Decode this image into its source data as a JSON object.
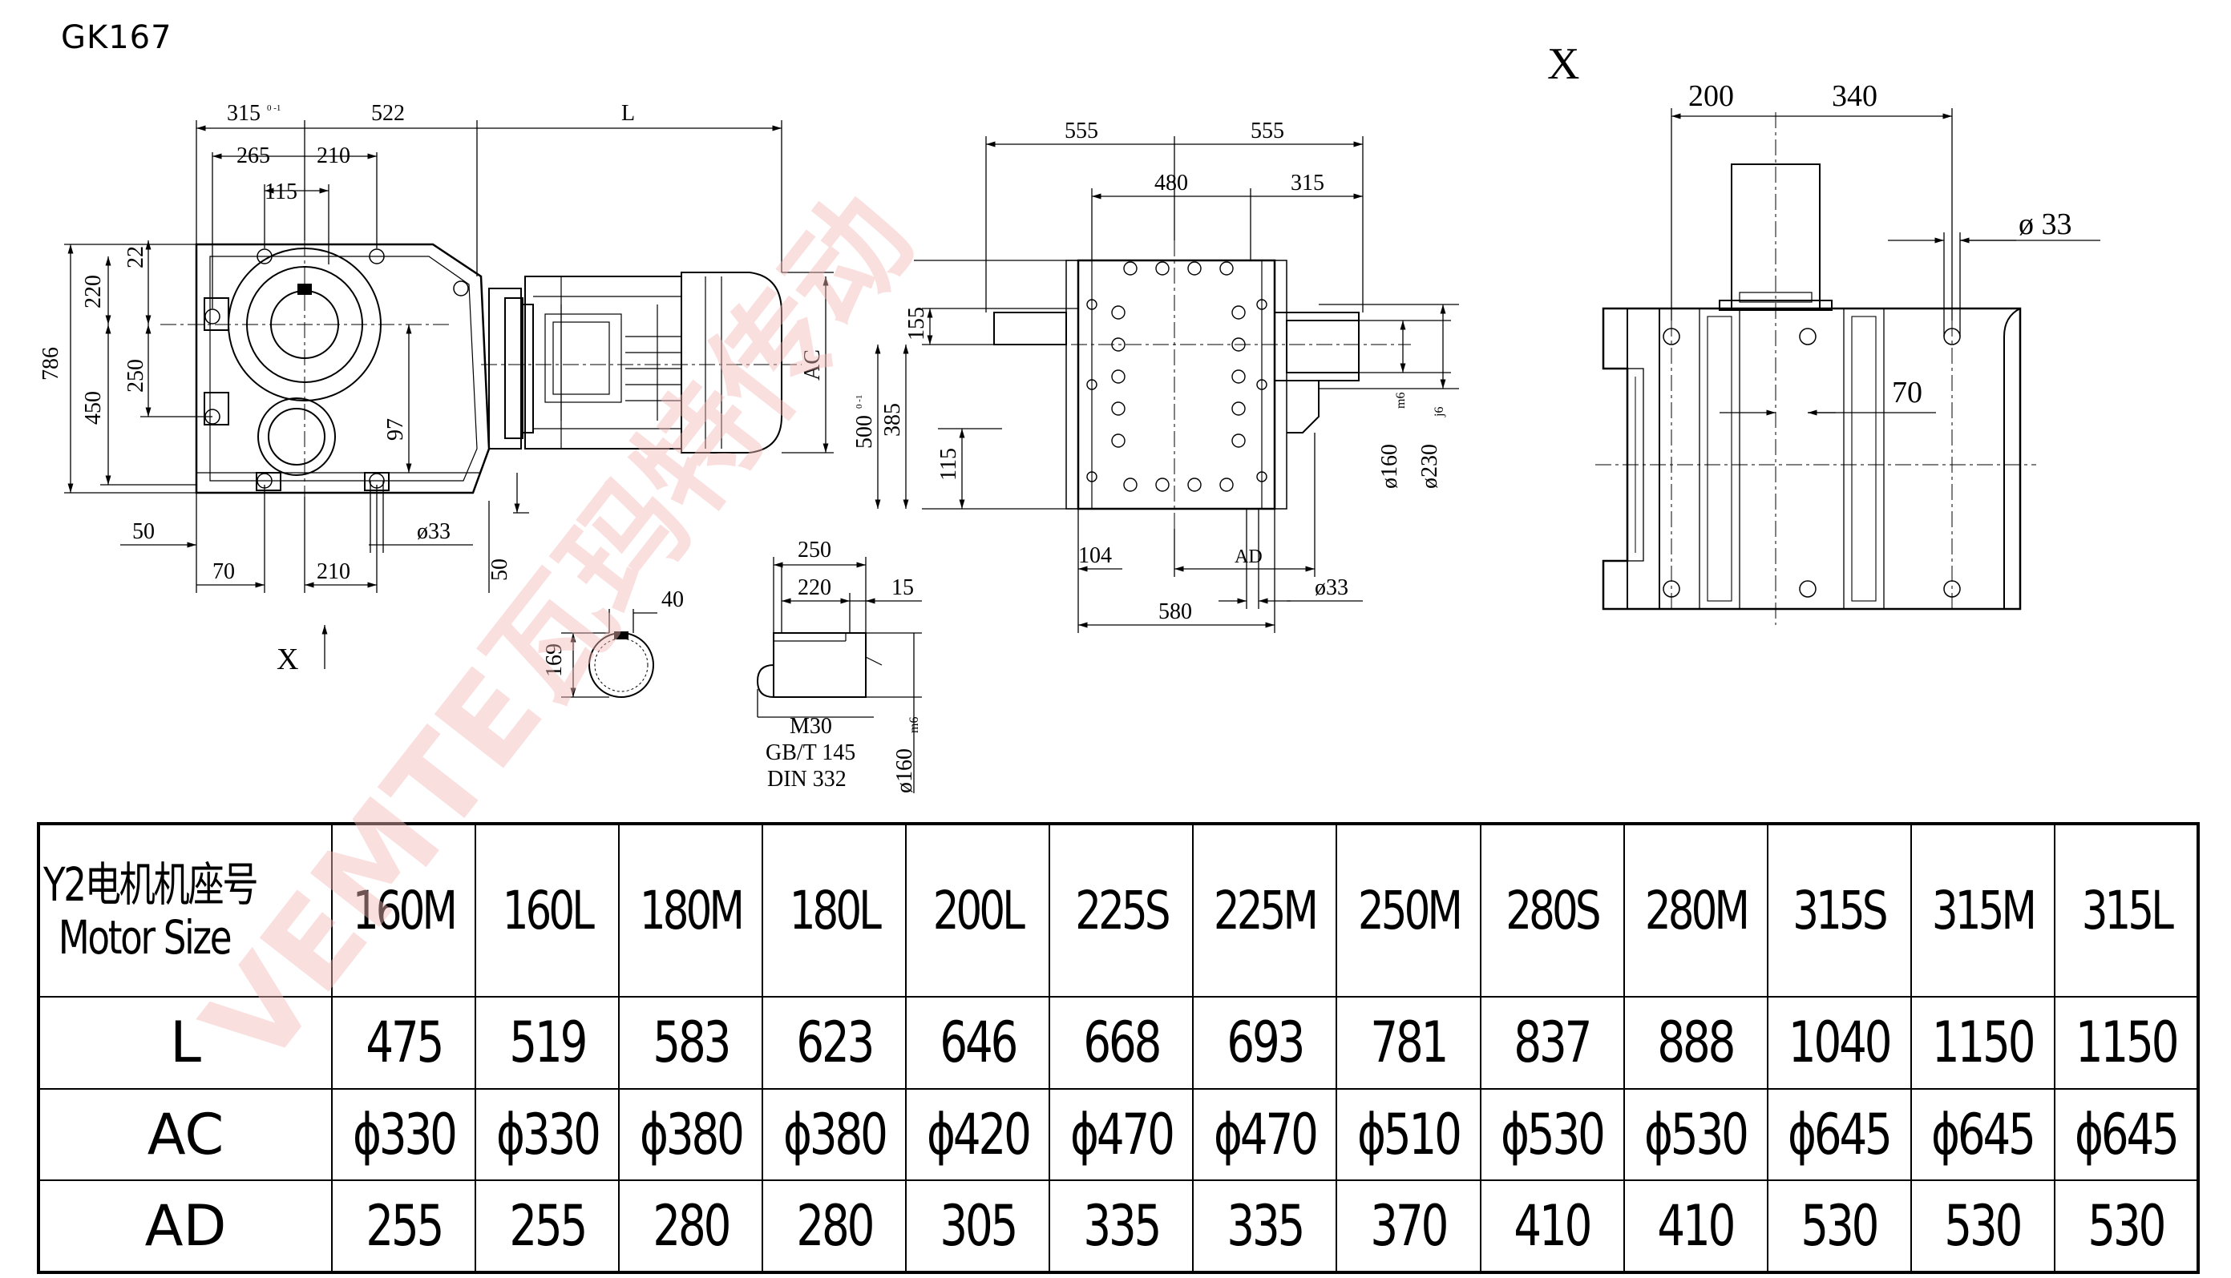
{
  "title": "GK167",
  "view_label": "X",
  "watermark": "VEMTE瓦玛特传动",
  "side_view": {
    "dims_top": [
      "315",
      "522",
      "L",
      "265",
      "210",
      "115"
    ],
    "dim_top_tolerance": "0 -1",
    "dims_left": [
      "786",
      "220",
      "22",
      "450",
      "250"
    ],
    "dims_bottom": [
      "50",
      "70",
      "210",
      "50",
      "ø33"
    ],
    "dim_97": "97",
    "dim_AC": "AC",
    "arrow_x": "X"
  },
  "front_view": {
    "dims_top": [
      "555",
      "555",
      "480",
      "315"
    ],
    "dims_left": [
      "155",
      "500",
      "385",
      "115"
    ],
    "dim_500_tolerance": "0 -1",
    "dims_right": [
      "ø160",
      "ø230"
    ],
    "fit_m6": "m6",
    "fit_j6": "j6",
    "dims_bottom": [
      "104",
      "AD",
      "ø33",
      "580"
    ]
  },
  "shaft_detail": {
    "dims": [
      "250",
      "220",
      "15",
      "40",
      "169"
    ],
    "thread": "M30",
    "std1": "GB/T 145",
    "std2": "DIN 332",
    "diameter": "ø160",
    "fit": "m6"
  },
  "x_view": {
    "label": "X",
    "dims": [
      "200",
      "340",
      "ø 33",
      "70"
    ]
  },
  "table": {
    "header_label_cn": "Y2电机机座号",
    "header_label_en": "Motor Size",
    "motor_sizes": [
      "160M",
      "160L",
      "180M",
      "180L",
      "200L",
      "225S",
      "225M",
      "250M",
      "280S",
      "280M",
      "315S",
      "315M",
      "315L"
    ],
    "rows": [
      {
        "label": "L",
        "values": [
          "475",
          "519",
          "583",
          "623",
          "646",
          "668",
          "693",
          "781",
          "837",
          "888",
          "1040",
          "1150",
          "1150"
        ]
      },
      {
        "label": "AC",
        "values": [
          "ϕ330",
          "ϕ330",
          "ϕ380",
          "ϕ380",
          "ϕ420",
          "ϕ470",
          "ϕ470",
          "ϕ510",
          "ϕ530",
          "ϕ530",
          "ϕ645",
          "ϕ645",
          "ϕ645"
        ]
      },
      {
        "label": "AD",
        "values": [
          "255",
          "255",
          "280",
          "280",
          "305",
          "335",
          "335",
          "370",
          "410",
          "410",
          "530",
          "530",
          "530"
        ]
      }
    ]
  }
}
